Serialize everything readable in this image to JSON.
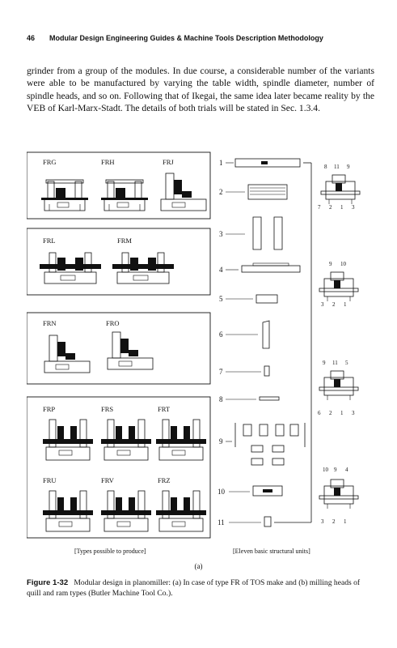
{
  "header": {
    "page_number": "46",
    "running_title": "Modular Design Engineering Guides & Machine Tools Description Methodology"
  },
  "body_text": "grinder from a group of the modules. In due course, a considerable number of the variants were able to be manufactured by varying the table width, spindle diameter, number of spindle heads, and so on. Following that of Ikegai, the same idea later became reality by the VEB of Karl-Marx-Stadt. The details of both trials will be stated in Sec. 1.3.4.",
  "figure": {
    "box1_types": [
      "FRG",
      "FRH",
      "FRJ"
    ],
    "box2_types": [
      "FRL",
      "FRM"
    ],
    "box3_types": [
      "FRN",
      "FRO"
    ],
    "box4_types_top": [
      "FRP",
      "FRS",
      "FRT"
    ],
    "box4_types_bottom": [
      "FRU",
      "FRV",
      "FRZ"
    ],
    "unit_numbers": [
      "1",
      "2",
      "3",
      "4",
      "5",
      "6",
      "7",
      "8",
      "9",
      "10",
      "11"
    ],
    "assembly_labels": [
      {
        "top": [
          "8",
          "11",
          "9"
        ],
        "bottom": [
          "7",
          "2",
          "1",
          "3"
        ]
      },
      {
        "top": [
          "9",
          "10"
        ],
        "bottom": [
          "3",
          "2",
          "1"
        ]
      },
      {
        "top": [
          "9",
          "11",
          "5"
        ],
        "bottom": [
          "6",
          "2",
          "1",
          "3"
        ]
      },
      {
        "top": [
          "10",
          "9",
          "4"
        ],
        "bottom": [
          "3",
          "2",
          "1"
        ]
      }
    ],
    "caption_left": "[Types possible to produce]",
    "caption_right": "[Eleven basic structural units]",
    "sub_label": "(a)"
  },
  "caption": {
    "label": "Figure 1-32",
    "text": "Modular design in planomiller: (a) In case of type FR of TOS make and (b) milling heads of quill and ram types (Butler Machine Tool Co.)."
  }
}
